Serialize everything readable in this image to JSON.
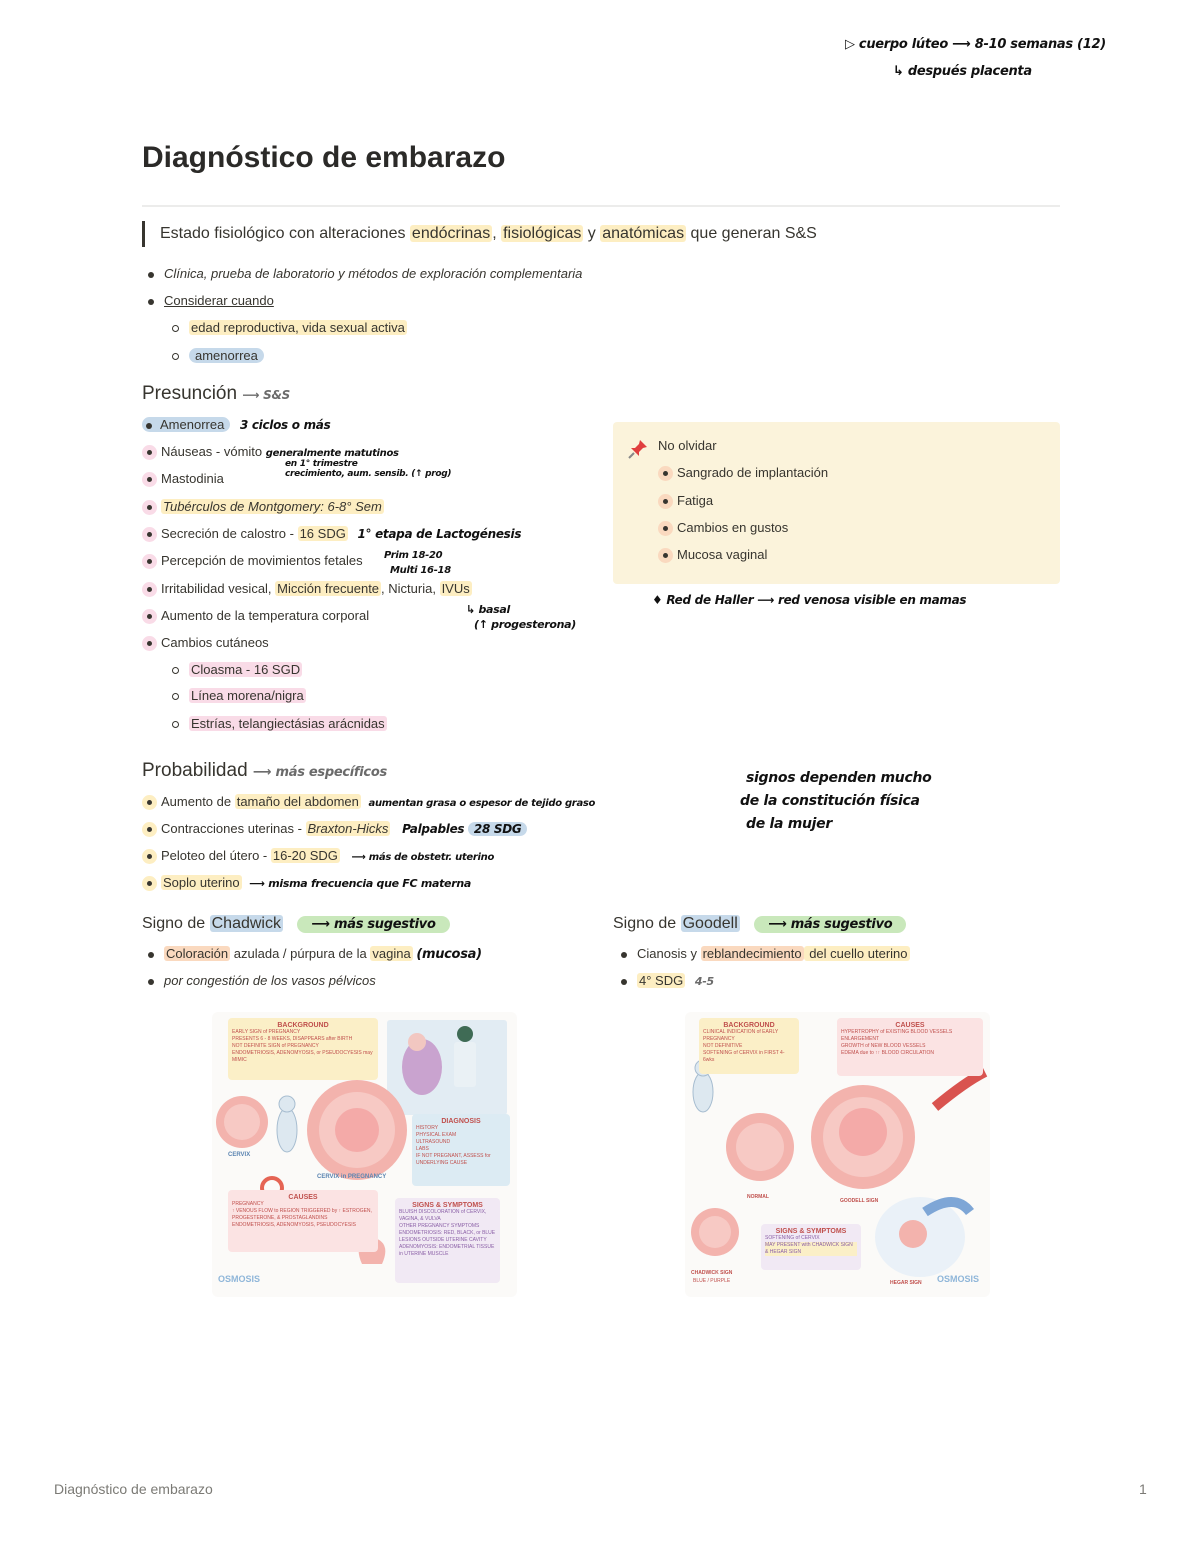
{
  "top_notes": {
    "line1": "▷ cuerpo lúteo ⟶ 8-10 semanas (12)",
    "line2": "↳ después placenta"
  },
  "title": "Diagnóstico de embarazo",
  "quote": {
    "p1": "Estado fisiológico con alteraciones ",
    "h1": "endócrinas",
    "p2": ", ",
    "h2": "fisiológicas",
    "p3": " y ",
    "h3": "anatómicas",
    "p4": " que generan S&S"
  },
  "intro": {
    "item1": "Clínica, prueba de laboratorio y métodos de exploración complementaria",
    "item2": "Considerar cuando",
    "sub1": "edad reproductiva, vida sexual activa",
    "sub2": "amenorrea"
  },
  "presuncion": {
    "heading": "Presunción",
    "note": "⟶ S&S",
    "items": {
      "amenorrea": "Amenorrea",
      "amenorrea_note": "3 ciclos o más",
      "nauseas": "Náuseas - vómito",
      "nauseas_note": "generalmente matutinos",
      "mastodinia": "Mastodinia",
      "mastodinia_note1": "en 1° trimestre",
      "mastodinia_note2": "crecimiento, aum. sensib. (↑ prog)",
      "montgomery": "Tubérculos de Montgomery: 6-8° Sem",
      "calostro_a": "Secreción de calostro - ",
      "calostro_b": "16 SDG",
      "calostro_note": "1° etapa de Lactogénesis",
      "movimientos": "Percepción de movimientos fetales",
      "mov_note1": "Prim 18-20",
      "mov_note2": "Multi 16-18",
      "irrit_a": "Irritabilidad vesical, ",
      "irrit_b": "Micción frecuente",
      "irrit_c": ", Nicturia, ",
      "irrit_d": "IVUs",
      "temperatura": "Aumento de la temperatura corporal",
      "temp_note1": "↳ basal",
      "temp_note2": "(↑ progesterona)",
      "cutaneos": "Cambios cutáneos",
      "cloasma": "Cloasma - 16 SGD",
      "linea": "Línea morena/nigra",
      "estrias": "Estrías, telangiectásias arácnidas"
    }
  },
  "no_olvidar": {
    "title": "No olvidar",
    "items": [
      "Sangrado de implantación",
      "Fatiga",
      "Cambios en gustos",
      "Mucosa vaginal"
    ],
    "below_note": "♦ Red de Haller ⟶ red venosa visible en mamas"
  },
  "probabilidad": {
    "heading": "Probabilidad",
    "note": "⟶ más específicos",
    "side_note1": "signos dependen mucho",
    "side_note2": "de la constitución física",
    "side_note3": "de la mujer",
    "items": {
      "abdomen_a": "Aumento de ",
      "abdomen_b": "tamaño del abdomen",
      "abdomen_note": "aumentan grasa o espesor de tejido graso",
      "contracciones_a": "Contracciones uterinas - ",
      "contracciones_b": "Braxton-Hicks",
      "contracciones_note1": "Palpables",
      "contracciones_note2": "28 SDG",
      "peloteo_a": "Peloteo del útero - ",
      "peloteo_b": "16-20 SDG",
      "peloteo_note": "⟶ más de obstetr. uterino",
      "soplo": "Soplo uterino",
      "soplo_note": "⟶ misma frecuencia que FC materna"
    }
  },
  "chadwick": {
    "heading_a": "Signo de ",
    "heading_b": "Chadwick",
    "tag": "⟶ más sugestivo",
    "item1_a": "Coloración",
    "item1_b": " azulada / púrpura de la ",
    "item1_c": "vagina",
    "item1_note": "(mucosa)",
    "item2": "por congestión de los vasos pélvicos"
  },
  "goodell": {
    "heading_a": "Signo de ",
    "heading_b": "Goodell",
    "tag": "⟶ más sugestivo",
    "item1_a": "Cianosis y ",
    "item1_b": "reblandecimiento",
    "item1_c": " del cuello uterino",
    "item2": "4° SDG",
    "item2_note": "4-5"
  },
  "infographic_left": {
    "background": "BACKGROUND",
    "bg_lines": [
      "EARLY SIGN of PREGNANCY",
      "PRESENTS 6 - 8 WEEKS, DISAPPEARS after BIRTH",
      "NOT DEFINITE SIGN of PREGNANCY",
      "ENDOMETRIOSIS, ADENOMYOSIS, or PSEUDOCYESIS may MIMIC"
    ],
    "cervix": "CERVIX",
    "cervix_preg": "CERVIX in PREGNANCY",
    "diagnosis": "DIAGNOSIS",
    "diag_lines": [
      "HISTORY",
      "PHYSICAL EXAM",
      "ULTRASOUND",
      "LABS",
      "IF NOT PREGNANT, ASSESS for UNDERLYING CAUSE"
    ],
    "causes": "CAUSES",
    "causes_lines": [
      "PREGNANCY",
      "↑ VENOUS FLOW to REGION TRIGGERED by ↑ ESTROGEN, PROGESTERONE, & PROSTAGLANDINS",
      "ENDOMETRIOSIS, ADENOMYOSIS, PSEUDOCYESIS"
    ],
    "signs": "SIGNS & SYMPTOMS",
    "signs_lines": [
      "BLUISH DISCOLORATION of CERVIX, VAGINA, & VULVA",
      "OTHER PREGNANCY SYMPTOMS",
      "ENDOMETRIOSIS: RED, BLACK, or BLUE LESIONS OUTSIDE UTERINE CAVITY",
      "ADENOMYOSIS: ENDOMETRIAL TISSUE in UTERINE MUSCLE"
    ],
    "logo": "OSMOSIS"
  },
  "infographic_right": {
    "background": "BACKGROUND",
    "bg_lines": [
      "CLINICAL INDICATION of EARLY PREGNANCY",
      "NOT DEFINITIVE",
      "SOFTENING of CERVIX in FIRST 4-6wks"
    ],
    "causes": "CAUSES",
    "causes_lines": [
      "HYPERTROPHY of EXISTING BLOOD VESSELS",
      "ENLARGEMENT",
      "GROWTH of NEW BLOOD VESSELS",
      "EDEMA due to ↑↑ BLOOD CIRCULATION"
    ],
    "normal": "NORMAL",
    "goodell_sign": "GOODELL SIGN",
    "signs": "SIGNS & SYMPTOMS",
    "signs_lines": [
      "SOFTENING of CERVIX",
      "MAY PRESENT with CHADWICK SIGN & HEGAR SIGN"
    ],
    "chadwick_sign": "CHADWICK SIGN",
    "chadwick_sub": "BLUE / PURPLE",
    "hegar_sign": "HEGAR SIGN",
    "logo": "OSMOSIS"
  },
  "footer": {
    "left": "Diagnóstico de embarazo",
    "page": "1"
  }
}
